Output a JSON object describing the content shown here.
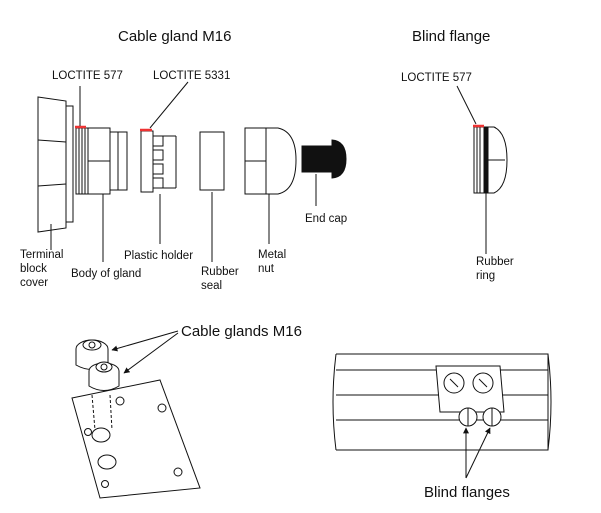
{
  "headings": {
    "cable_gland": "Cable gland  M16",
    "blind_flange": "Blind flange"
  },
  "labels": {
    "loctite_577_left": "LOCTITE 577",
    "loctite_5331": "LOCTITE 5331",
    "loctite_577_right": "LOCTITE 577",
    "terminal_block_cover": [
      "Terminal",
      "block",
      "cover"
    ],
    "body_of_gland": "Body of gland",
    "plastic_holder": "Plastic holder",
    "rubber_seal": [
      "Rubber",
      "seal"
    ],
    "metal_nut": [
      "Metal",
      "nut"
    ],
    "end_cap": "End cap",
    "rubber_ring": [
      "Rubber",
      "ring"
    ],
    "cable_glands_m16": "Cable glands  M16",
    "blind_flanges": "Blind flanges"
  },
  "colors": {
    "sealant_marker": "#e33333",
    "end_cap_fill": "#111111"
  }
}
